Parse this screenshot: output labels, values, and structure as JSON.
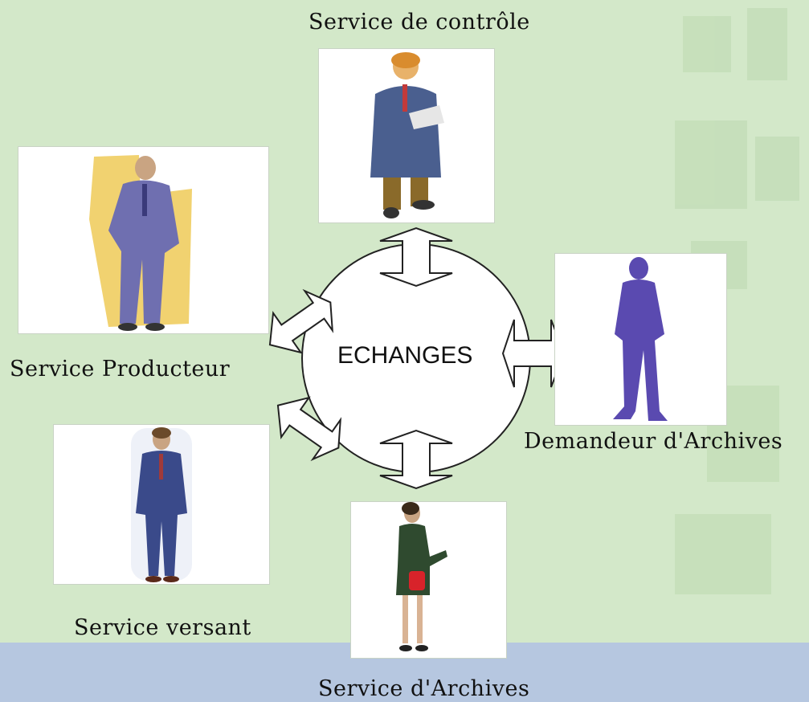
{
  "diagram": {
    "center": {
      "label": "ECHANGES"
    },
    "actors": [
      {
        "id": "controle",
        "label": "Service de contrôle",
        "icon": "reading-man-icon"
      },
      {
        "id": "producteur",
        "label": "Service Producteur",
        "icon": "phone-businessman-icon"
      },
      {
        "id": "demandeur",
        "label": "Demandeur d'Archives",
        "icon": "silhouette-man-icon"
      },
      {
        "id": "versant",
        "label": "Service versant",
        "icon": "standing-man-icon"
      },
      {
        "id": "archives",
        "label": "Service d'Archives",
        "icon": "businesswoman-icon"
      }
    ]
  },
  "colors": {
    "background": "#d3e8c9",
    "bottom_band": "#b6c7e0",
    "suit_blue": "#4a5f8f",
    "suit_purple": "#6f6fb0",
    "silhouette": "#5a4ab0"
  }
}
